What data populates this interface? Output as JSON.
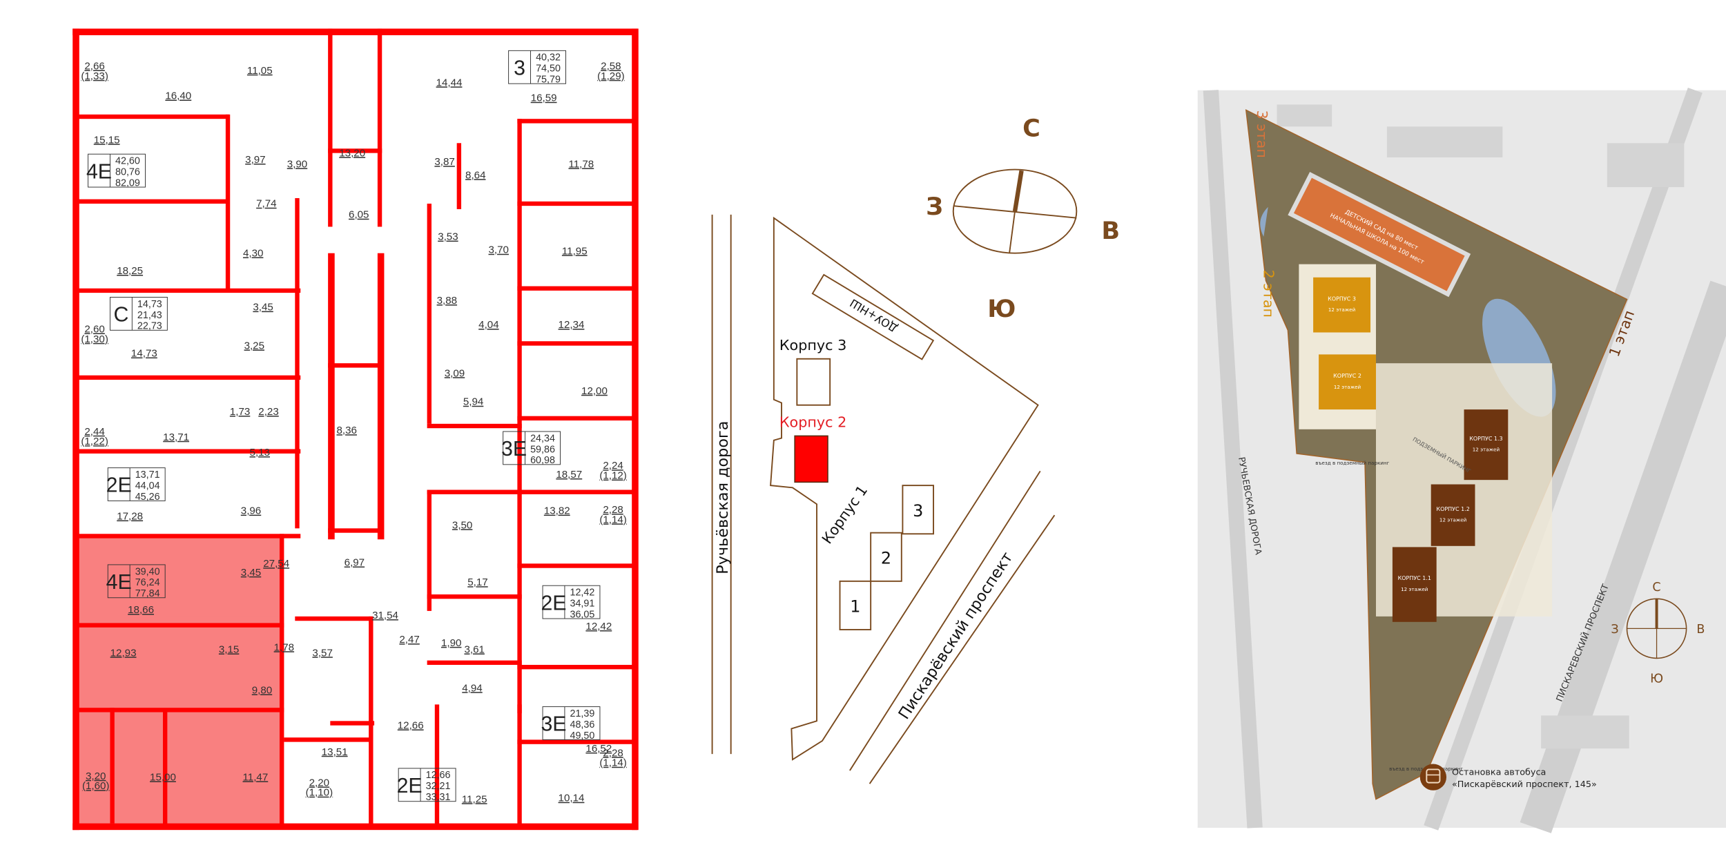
{
  "plan": {
    "highlight_color": "#f98080",
    "wall_color": "#ff0000",
    "rooms": [
      "2,66",
      "(1,33)",
      "16,40",
      "11,05",
      "14,44",
      "2,58",
      "(1,29)",
      "16,59",
      "15,15",
      "3,97",
      "3,90",
      "13,20",
      "3,87",
      "8,64",
      "11,78",
      "7,74",
      "6,05",
      "3,53",
      "3,70",
      "11,95",
      "4,30",
      "18,25",
      "3,88",
      "12,34",
      "4,04",
      "3,45",
      "2,60",
      "(1,30)",
      "3,25",
      "14,73",
      "3,09",
      "12,00",
      "1,73",
      "2,23",
      "8,36",
      "5,94",
      "13,71",
      "2,44",
      "(1,22)",
      "5,13",
      "18,57",
      "2,24",
      "(1,12)",
      "3,96",
      "17,28",
      "3,50",
      "13,82",
      "2,28",
      "(1,14)",
      "27,54",
      "6,97",
      "3,45",
      "5,17",
      "18,66",
      "31,54",
      "12,42",
      "2,47",
      "12,93",
      "3,15",
      "1,78",
      "3,57",
      "1,90",
      "3,61",
      "9,80",
      "4,94",
      "16,52",
      "12,66",
      "13,51",
      "2,28",
      "(1,14)",
      "3,20",
      "(1,60)",
      "15,00",
      "11,47",
      "11,25",
      "10,14",
      "2,20",
      "(1,10)"
    ],
    "apartments": [
      {
        "type": "3",
        "values": [
          "40,32",
          "74,50",
          "75,79"
        ]
      },
      {
        "type": "4E",
        "values": [
          "42,60",
          "80,76",
          "82,09"
        ]
      },
      {
        "type": "С",
        "values": [
          "14,73",
          "21,43",
          "22,73"
        ]
      },
      {
        "type": "3E",
        "values": [
          "24,34",
          "59,86",
          "60,98"
        ]
      },
      {
        "type": "2E",
        "values": [
          "13,71",
          "44,04",
          "45,26"
        ]
      },
      {
        "type": "4E",
        "values": [
          "39,40",
          "76,24",
          "77,84"
        ],
        "selected": true
      },
      {
        "type": "2E",
        "values": [
          "12,42",
          "34,91",
          "36,05"
        ]
      },
      {
        "type": "3E",
        "values": [
          "21,39",
          "48,36",
          "49,50"
        ]
      },
      {
        "type": "2E",
        "values": [
          "12,66",
          "32,21",
          "33,31"
        ]
      }
    ]
  },
  "scheme": {
    "color": "#7a4a1e",
    "road_left": "Ручьёвская дорога",
    "road_right": "Пискарёвский проспект",
    "school": "ДОУ+НШ",
    "building3": "Корпус 3",
    "building2": "Корпус 2",
    "building1": "Корпус 1",
    "sections": [
      "1",
      "2",
      "3"
    ],
    "compass": {
      "n": "С",
      "w": "З",
      "e": "В",
      "s": "Ю"
    }
  },
  "site": {
    "stage3": "3 этап",
    "stage2": "2 этап",
    "stage1": "1 этап",
    "kindergarten_line1": "ДЕТСКИЙ САД на 80 мест",
    "kindergarten_line2": "НАЧАЛЬНАЯ ШКОЛА на 100 мест",
    "buildings": [
      {
        "name": "КОРПУС 3",
        "floors": "12 этажей",
        "color": "#d8940f"
      },
      {
        "name": "КОРПУС 2",
        "floors": "12 этажей",
        "color": "#d8940f"
      },
      {
        "name": "КОРПУС 1.3",
        "floors": "12 этажей",
        "color": "#6e3510"
      },
      {
        "name": "КОРПУС 1.2",
        "floors": "12 этажей",
        "color": "#6e3510"
      },
      {
        "name": "КОРПУС 1.1",
        "floors": "12 этажей",
        "color": "#6e3510"
      }
    ],
    "parking": "ПОДЗЕМНЫЙ ПАРКИНГ",
    "entrance": "въезд в подземный паркинг",
    "road_left": "РУЧЬЕВСКАЯ ДОРОГА",
    "road_right": "ПИСКАРЕВСКИЙ ПРОСПЕКТ",
    "compass": {
      "n": "С",
      "w": "З",
      "e": "В",
      "s": "Ю"
    },
    "bus_stop_line1": "Остановка автобуса",
    "bus_stop_line2": "«Пискарёвский проспект, 145»",
    "colors": {
      "ground": "#7f7355",
      "background": "#e8e8e8",
      "kindergarten": "#d9733a",
      "water": "#8fa9c7"
    }
  }
}
